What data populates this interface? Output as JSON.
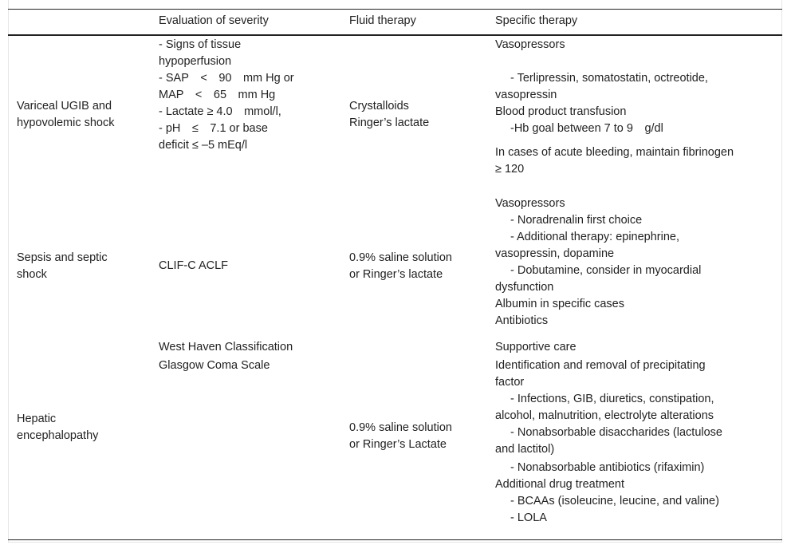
{
  "header": {
    "col1": "",
    "col2": "Evaluation of severity",
    "col3": "Fluid therapy",
    "col4": "Specific therapy"
  },
  "rows": [
    {
      "condition": [
        "Variceal UGIB and",
        "hypovolemic shock"
      ],
      "severity": [
        "- Signs of tissue",
        "hypoperfusion",
        "- SAP < 90 mm Hg or",
        "MAP < 65 mm Hg",
        "- Lactate ≥ 4.0 mmol/l,",
        "- pH ≤ 7.1 or base",
        "deficit ≤ –5 mEq/l"
      ],
      "fluid": [
        "Crystalloids",
        "Ringer’s lactate"
      ],
      "therapy": [
        {
          "text": "Vasopressors",
          "indent": false
        },
        {
          "text": "",
          "indent": false
        },
        {
          "text": "- Terlipressin, somatostatin, octreotide,",
          "indent": true
        },
        {
          "text": "vasopressin",
          "indent": false
        },
        {
          "text": "Blood product transfusion",
          "indent": false
        },
        {
          "text": "-Hb goal between 7 to 9 g/dl",
          "indent": true
        },
        {
          "text": "",
          "indent": false
        },
        {
          "text": "In cases of acute bleeding, maintain fibrinogen",
          "indent": false
        },
        {
          "text": "≥ 120",
          "indent": false
        }
      ]
    },
    {
      "condition": [
        "Sepsis and septic",
        "shock"
      ],
      "severity": [
        "CLIF-C ACLF"
      ],
      "fluid": [
        "0.9% saline solution",
        "or Ringer’s lactate"
      ],
      "therapy": [
        {
          "text": "Vasopressors",
          "indent": false
        },
        {
          "text": "- Noradrenalin first choice",
          "indent": true
        },
        {
          "text": "- Additional therapy: epinephrine,",
          "indent": true
        },
        {
          "text": "vasopressin, dopamine",
          "indent": false
        },
        {
          "text": "- Dobutamine, consider in myocardial",
          "indent": true
        },
        {
          "text": "dysfunction",
          "indent": false
        },
        {
          "text": "Albumin in specific cases",
          "indent": false
        },
        {
          "text": "Antibiotics",
          "indent": false
        }
      ]
    },
    {
      "condition": [
        "Hepatic",
        "encephalopathy"
      ],
      "severity": [
        "West Haven Classification",
        "Glasgow Coma Scale"
      ],
      "fluid": [
        "0.9% saline solution",
        "or Ringer’s Lactate"
      ],
      "therapy": [
        {
          "text": "Supportive care",
          "indent": false
        },
        {
          "text": "Identification and removal of precipitating",
          "indent": false
        },
        {
          "text": "factor",
          "indent": false
        },
        {
          "text": "- Infections, GIB, diuretics, constipation,",
          "indent": true
        },
        {
          "text": "alcohol, malnutrition, electrolyte alterations",
          "indent": false
        },
        {
          "text": "- Nonabsorbable disaccharides (lactulose",
          "indent": true
        },
        {
          "text": "and lactitol)",
          "indent": false
        },
        {
          "text": "- Nonabsorbable antibiotics (rifaximin)",
          "indent": true
        },
        {
          "text": "Additional drug treatment",
          "indent": false
        },
        {
          "text": "- BCAAs (isoleucine, leucine, and valine)",
          "indent": true
        },
        {
          "text": "- LOLA",
          "indent": true
        }
      ]
    }
  ]
}
